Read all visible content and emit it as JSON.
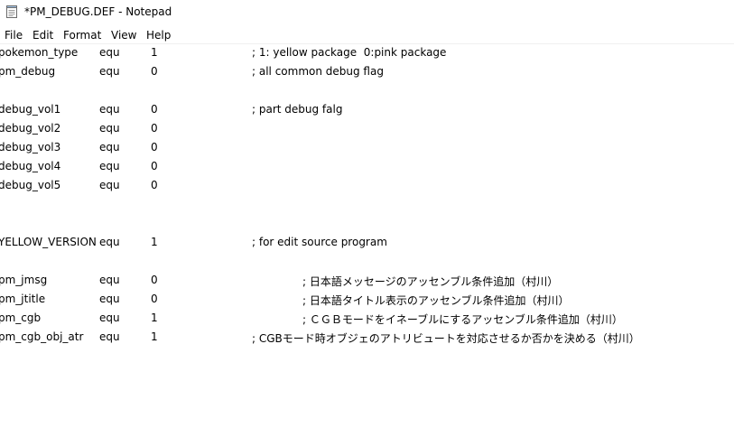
{
  "window": {
    "title": "*PM_DEBUG.DEF - Notepad",
    "icon": "notepad-icon"
  },
  "menu": {
    "items": [
      "File",
      "Edit",
      "Format",
      "View",
      "Help"
    ]
  },
  "editor": {
    "lines": [
      {
        "name": "pokemon_type",
        "op": "equ",
        "value": "1",
        "comment": "; 1: yellow package  0:pink package"
      },
      {
        "name": "pm_debug",
        "op": "equ",
        "value": "0",
        "comment": "; all common debug flag"
      },
      {
        "name": "",
        "op": "",
        "value": "",
        "comment": ""
      },
      {
        "name": "debug_vol1",
        "op": "equ",
        "value": "0",
        "comment": "; part debug falg"
      },
      {
        "name": "debug_vol2",
        "op": "equ",
        "value": "0",
        "comment": ""
      },
      {
        "name": "debug_vol3",
        "op": "equ",
        "value": "0",
        "comment": ""
      },
      {
        "name": "debug_vol4",
        "op": "equ",
        "value": "0",
        "comment": ""
      },
      {
        "name": "debug_vol5",
        "op": "equ",
        "value": "0",
        "comment": ""
      },
      {
        "name": "",
        "op": "",
        "value": "",
        "comment": ""
      },
      {
        "name": "",
        "op": "",
        "value": "",
        "comment": ""
      },
      {
        "name": "YELLOW_VERSION",
        "op": "equ",
        "value": "1",
        "comment": "; for edit source program"
      },
      {
        "name": "",
        "op": "",
        "value": "",
        "comment": ""
      },
      {
        "name": "pm_jmsg",
        "op": "equ",
        "value": "0",
        "comment": "; 日本語メッセージのアッセンブル条件追加（村川）",
        "indent": true
      },
      {
        "name": "pm_jtitle",
        "op": "equ",
        "value": "0",
        "comment": "; 日本語タイトル表示のアッセンブル条件追加（村川）",
        "indent": true
      },
      {
        "name": "pm_cgb",
        "op": "equ",
        "value": "1",
        "comment": "; ＣＧＢモードをイネーブルにするアッセンブル条件追加（村川）",
        "indent": true
      },
      {
        "name": "pm_cgb_obj_atr",
        "op": "equ",
        "value": "1",
        "comment": "; CGBモード時オブジェのアトリビュートを対応させるか否かを決める（村川）"
      }
    ]
  }
}
